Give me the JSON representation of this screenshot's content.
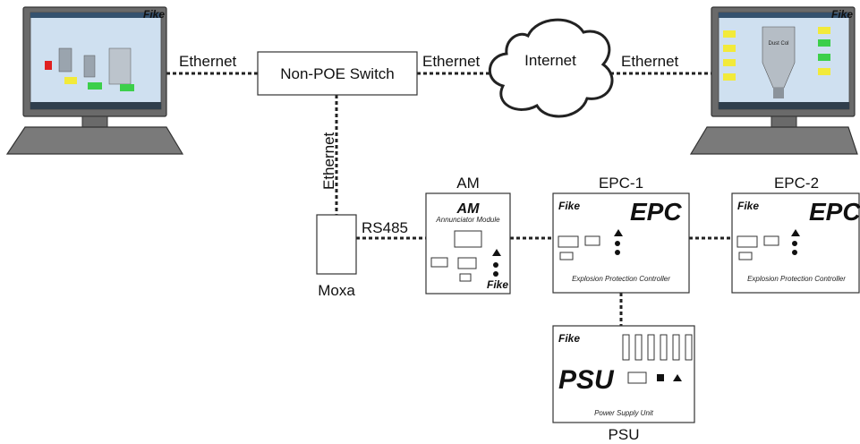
{
  "connections": {
    "ethernet_left": "Ethernet",
    "ethernet_mid": "Ethernet",
    "ethernet_right": "Ethernet",
    "ethernet_vertical": "Ethernet",
    "rs485": "RS485"
  },
  "switch": {
    "label": "Non-POE Switch"
  },
  "cloud": {
    "label": "Internet"
  },
  "moxa": {
    "label": "Moxa"
  },
  "am": {
    "title": "AM",
    "logo": "AM",
    "subtitle": "Annunciator Module",
    "brand": "Fike"
  },
  "epc1": {
    "title": "EPC-1",
    "brand": "Fike",
    "logo": "EPC",
    "subtitle": "Explosion Protection Controller"
  },
  "epc2": {
    "title": "EPC-2",
    "brand": "Fike",
    "logo": "EPC",
    "subtitle": "Explosion Protection Controller"
  },
  "psu": {
    "title": "PSU",
    "brand": "Fike",
    "logo": "PSU",
    "subtitle": "Power Supply Unit"
  },
  "monitor_left": {
    "brand": "Fike"
  },
  "monitor_right": {
    "brand": "Fike",
    "vessel_label": "Dust Col"
  }
}
